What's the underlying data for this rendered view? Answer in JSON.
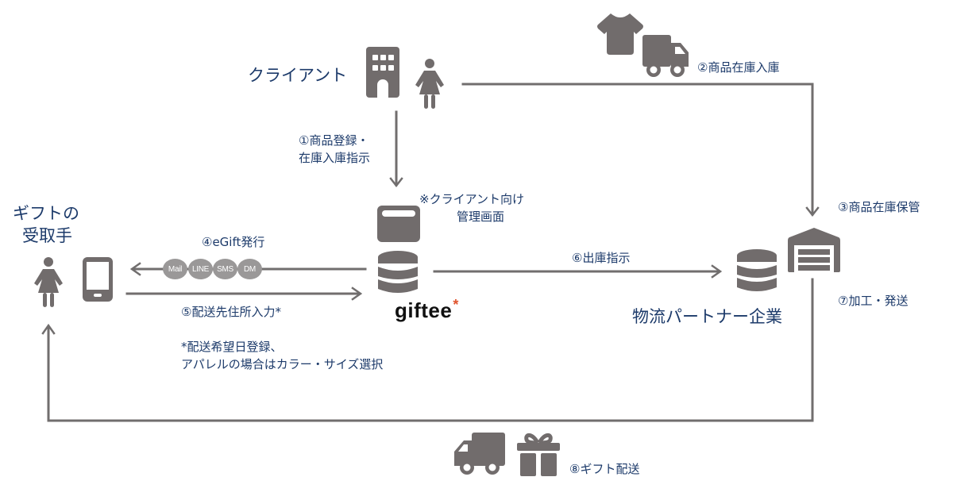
{
  "diagram": {
    "colors": {
      "icon": "#716c6c",
      "line": "#716e6e",
      "label": "#1c3a6a",
      "brand_text": "#111111",
      "brand_accent": "#e0542e",
      "pill": "#9a9898"
    },
    "nodes": {
      "client": {
        "label": "クライアント",
        "icons": [
          "building-icon",
          "person-icon"
        ]
      },
      "recipient": {
        "label_line1": "ギフトの",
        "label_line2": "受取手",
        "icons": [
          "person-icon",
          "smartphone-icon"
        ]
      },
      "giftee": {
        "label": "giftee",
        "label_suffix": "*",
        "icons": [
          "admin-panel-icon",
          "database-icon"
        ],
        "note_line1": "※クライアント向け",
        "note_line2": "管理画面"
      },
      "logistics": {
        "label": "物流パートナー企業",
        "icons": [
          "database-icon",
          "warehouse-icon"
        ]
      }
    },
    "steps": {
      "s1_line1": "①商品登録・",
      "s1_line2": "在庫入庫指示",
      "s2": "②商品在庫入庫",
      "s3": "③商品在庫保管",
      "s4": "④eGift発行",
      "s5": "⑤配送先住所入力*",
      "s5_note_line1": "*配送希望日登録、",
      "s5_note_line2": "アパレルの場合はカラー・サイズ選択",
      "s6": "⑥出庫指示",
      "s7": "⑦加工・発送",
      "s8": "⑧ギフト配送"
    },
    "channels": [
      "Mail",
      "LINE",
      "SMS",
      "DM"
    ],
    "decor_icons": {
      "inbound": [
        "tshirt-icon",
        "truck-icon"
      ],
      "delivery": [
        "truck-icon",
        "gift-icon"
      ]
    }
  }
}
